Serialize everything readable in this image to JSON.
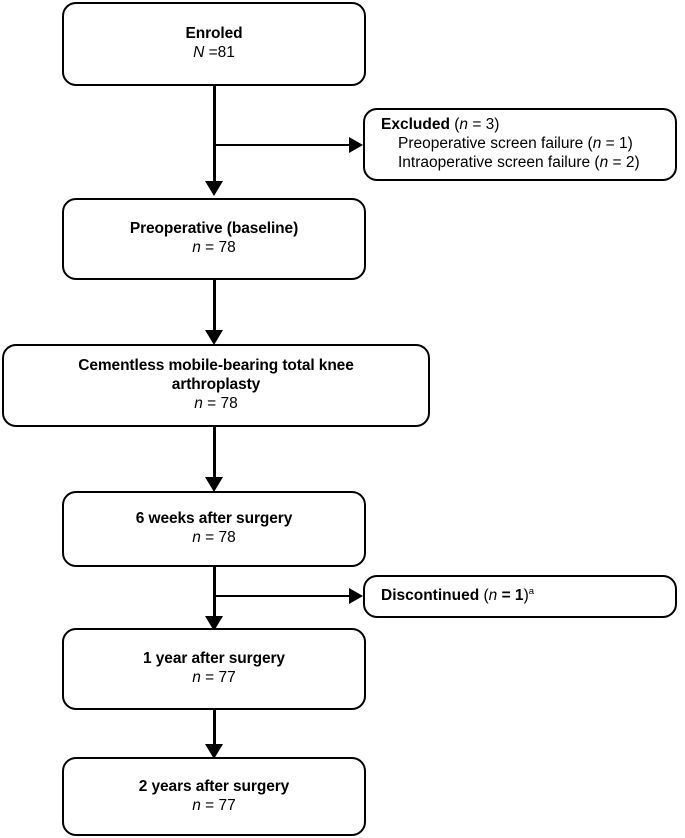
{
  "diagram": {
    "type": "participant-flow-diagram",
    "nodes": [
      {
        "id": "enroled",
        "title": "Enroled",
        "count_symbol": "N",
        "count_text": " =81",
        "count_full": "N =81"
      },
      {
        "id": "excluded",
        "lead": "Excluded",
        "lead_tail_symbol": "n",
        "lead_tail": " = 3)",
        "lead_open": " (",
        "line2_text": "Preoperative screen failure (",
        "line2_symbol": "n",
        "line2_tail": " = 1)",
        "line3_text": "Intraoperative screen failure (",
        "line3_symbol": "n",
        "line3_tail": " = 2)"
      },
      {
        "id": "preoperative",
        "title": "Preoperative (baseline)",
        "count_symbol": "n",
        "count_text": " = 78",
        "count_full": "n = 78"
      },
      {
        "id": "arthroplasty",
        "title_line1": "Cementless mobile-bearing total knee",
        "title_line2": "arthroplasty",
        "count_symbol": "n",
        "count_text": " = 78"
      },
      {
        "id": "six-weeks",
        "title": "6 weeks after surgery",
        "count_symbol": "n",
        "count_text": " = 78"
      },
      {
        "id": "discontinued",
        "lead": "Discontinued",
        "lead_open": " (",
        "lead_symbol": "n",
        "lead_value": " = 1",
        "lead_close": ")",
        "footnote": "a"
      },
      {
        "id": "one-year",
        "title": "1 year after surgery",
        "count_symbol": "n",
        "count_text": " = 77"
      },
      {
        "id": "two-years",
        "title": "2 years after surgery",
        "count_symbol": "n",
        "count_text": " = 77"
      }
    ],
    "colors": {
      "stroke": "#000000",
      "fill": "#ffffff",
      "text": "#000000"
    }
  }
}
